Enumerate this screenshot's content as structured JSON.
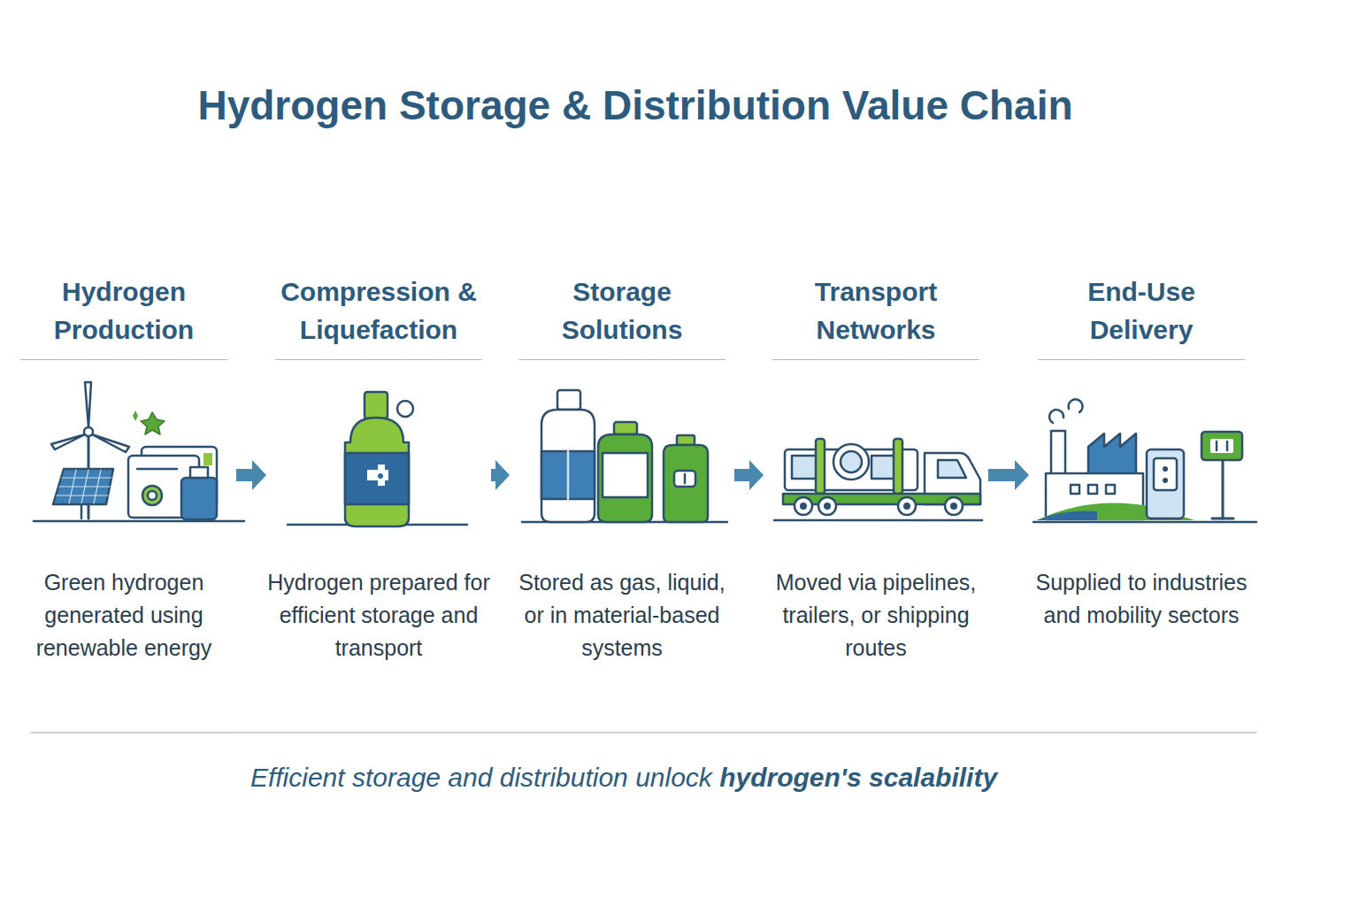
{
  "diagram": {
    "title": "Hydrogen Storage & Distribution Value Chain",
    "caption": "Efficient storage and distribution unlock hydrogen's scalability",
    "nodes": [
      {
        "text": [
          "Hydrogen Production",
          "Green hydrogen generated using renewable energy"
        ]
      },
      {
        "text": [
          "Compression & Liquefaction",
          "Hydrogen prepared for efficient storage and transport"
        ]
      },
      {
        "text": [
          "Storage Solutions",
          "Stored as gas, liquid, or in material-based systems"
        ]
      },
      {
        "text": [
          "Transport Networks",
          "Moved via pipelines, trailers, or shipping routes"
        ]
      },
      {
        "text": [
          "End-Use Delivery",
          "Supplied to industries and mobility sectors"
        ]
      }
    ],
    "edges": [
      {
        "from": 0,
        "to": 1,
        "arrow": "to"
      },
      {
        "from": 1,
        "to": 2,
        "arrow": "to"
      },
      {
        "from": 2,
        "to": 3,
        "arrow": "to"
      },
      {
        "from": 3,
        "to": 4,
        "arrow": "to"
      }
    ]
  }
}
